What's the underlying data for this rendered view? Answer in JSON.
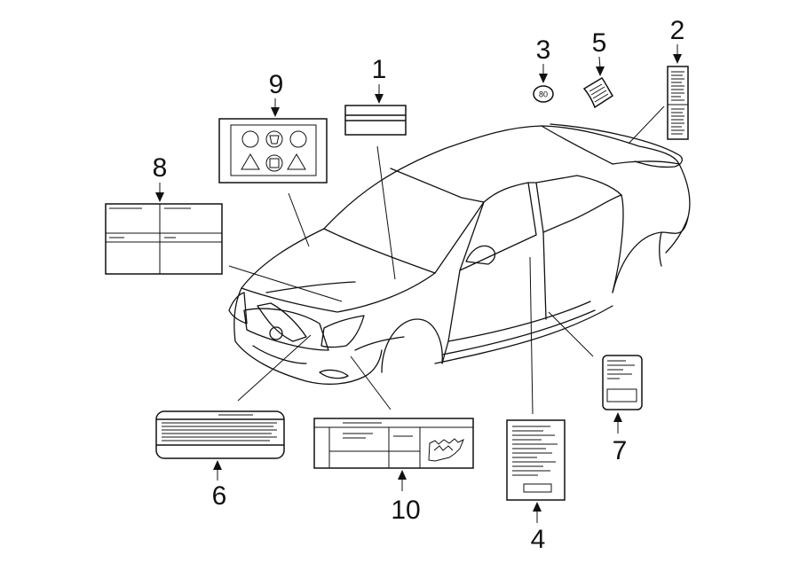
{
  "callouts": {
    "c1": "1",
    "c2": "2",
    "c3": "3",
    "c4": "4",
    "c5": "5",
    "c6": "6",
    "c7": "7",
    "c8": "8",
    "c9": "9",
    "c10": "10"
  },
  "labels": {
    "speed_badge": "80"
  }
}
